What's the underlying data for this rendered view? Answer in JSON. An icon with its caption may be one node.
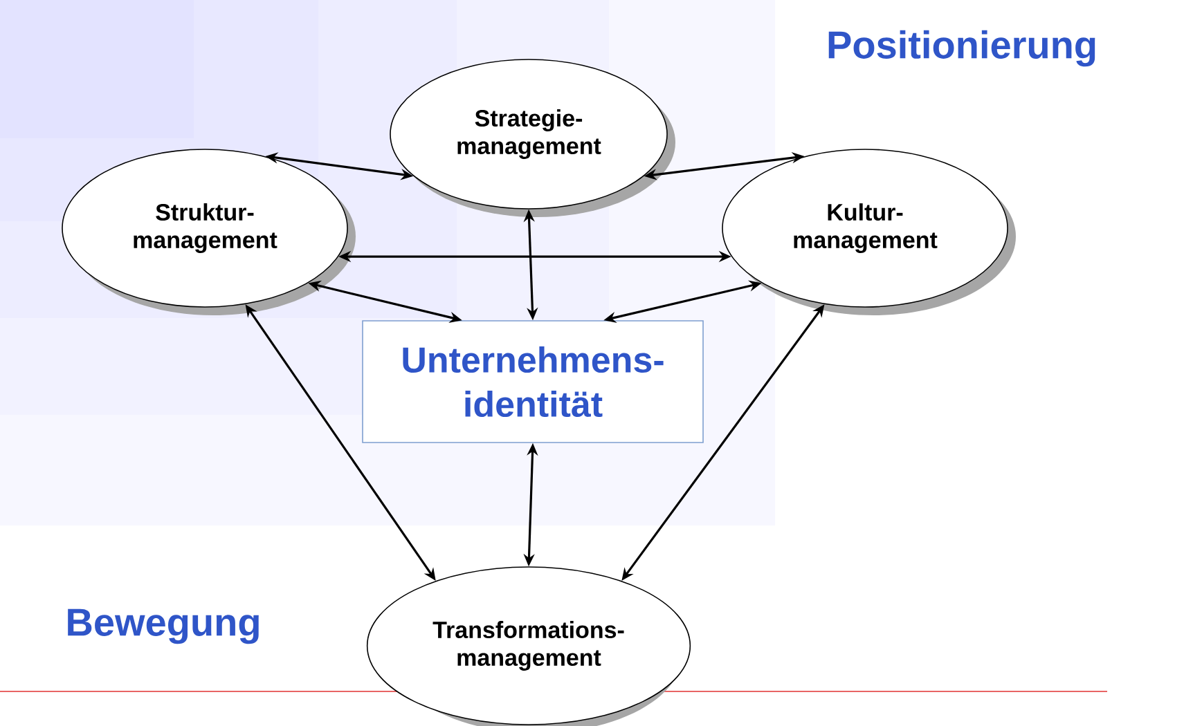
{
  "diagram": {
    "nodes": [
      {
        "text": [
          "Strategie- management"
        ]
      },
      {
        "text": [
          "Struktur- management"
        ]
      },
      {
        "text": [
          "Kultur- management"
        ]
      },
      {
        "text": [
          "Unternehmens- identität"
        ]
      },
      {
        "text": [
          "Transformations- management"
        ]
      }
    ],
    "edges": [
      {
        "from": 0,
        "to": 1,
        "arrow": "both"
      },
      {
        "from": 0,
        "to": 2,
        "arrow": "both"
      },
      {
        "from": 0,
        "to": 3,
        "arrow": "both"
      },
      {
        "from": 1,
        "to": 2,
        "arrow": "both"
      },
      {
        "from": 1,
        "to": 3,
        "arrow": "both"
      },
      {
        "from": 2,
        "to": 3,
        "arrow": "both"
      },
      {
        "from": 1,
        "to": 4,
        "arrow": "both"
      },
      {
        "from": 2,
        "to": 4,
        "arrow": "both"
      },
      {
        "from": 3,
        "to": 4,
        "arrow": "both"
      }
    ],
    "labels": [
      "Positionierung",
      "Bewegung"
    ]
  }
}
